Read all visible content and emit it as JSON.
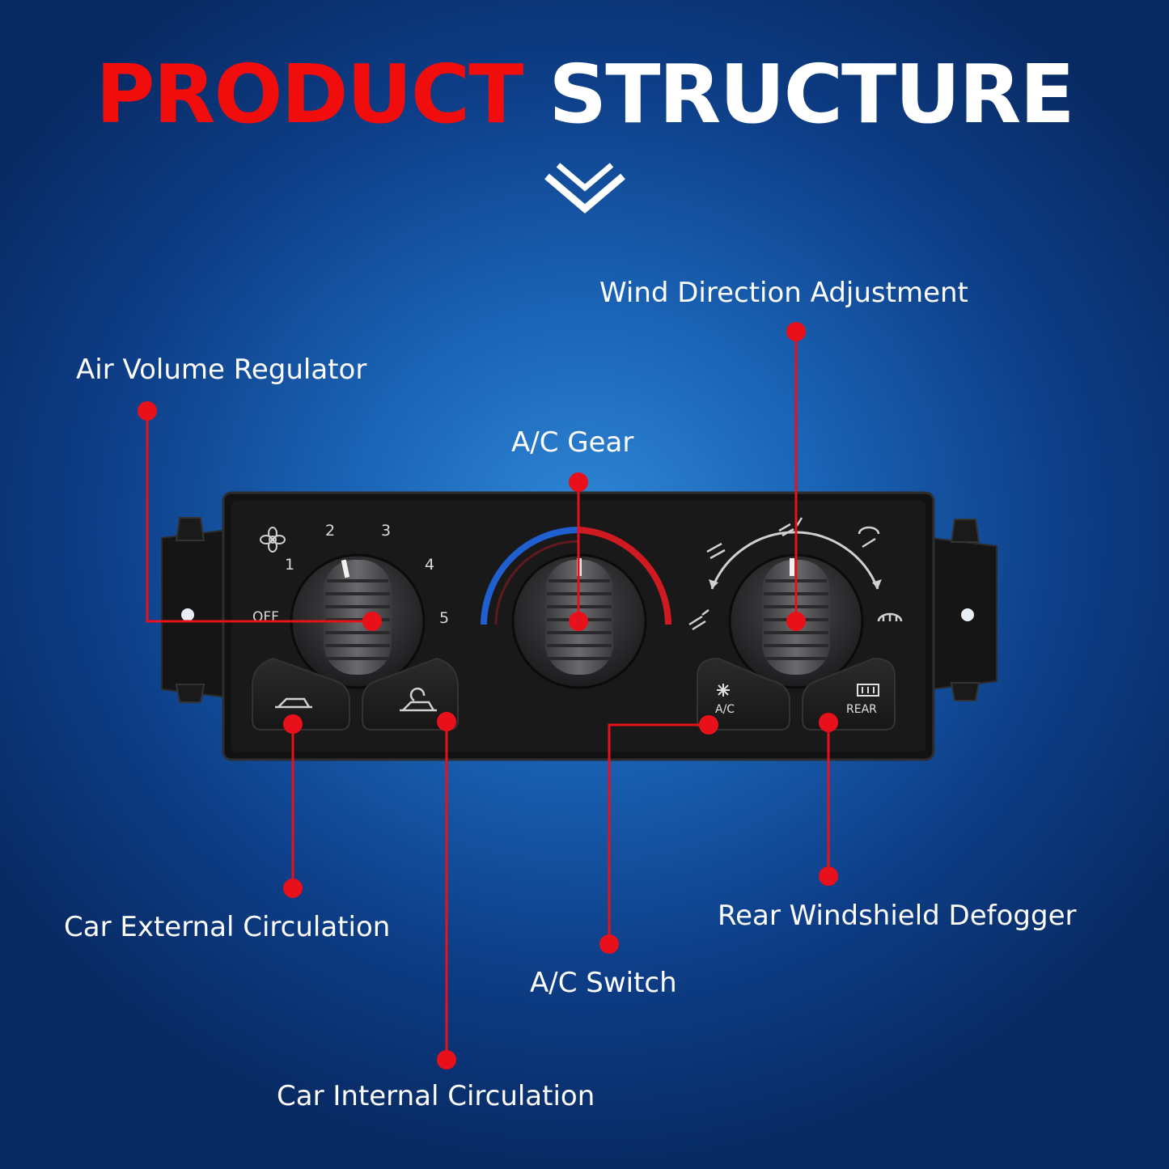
{
  "header": {
    "title_red": "PRODUCT",
    "title_white": "STRUCTURE"
  },
  "colors": {
    "accent": "#e8101a",
    "title_red": "#f20d0d",
    "text": "#ffffff",
    "background": "#1a62b4"
  },
  "icons": [
    "chevron-down-icon",
    "fan-icon",
    "vent-face-icon",
    "vent-bilevel-icon",
    "vent-floor-icon",
    "vent-defrost-floor-icon",
    "defrost-icon",
    "outside-air-car-icon",
    "recirculation-car-icon",
    "snowflake-icon",
    "rear-defrost-icon"
  ],
  "callouts": {
    "air_volume_regulator": "Air Volume Regulator",
    "wind_direction_adjustment": "Wind Direction Adjustment",
    "ac_gear": "A/C Gear",
    "car_external_circulation": "Car External Circulation",
    "car_internal_circulation": "Car Internal Circulation",
    "ac_switch": "A/C Switch",
    "rear_windshield_defogger": "Rear Windshield Defogger"
  },
  "panel": {
    "fan_scale": [
      "OFF",
      "1",
      "2",
      "3",
      "4",
      "5"
    ],
    "ac_button_label": "A/C",
    "rear_button_label": "REAR"
  }
}
